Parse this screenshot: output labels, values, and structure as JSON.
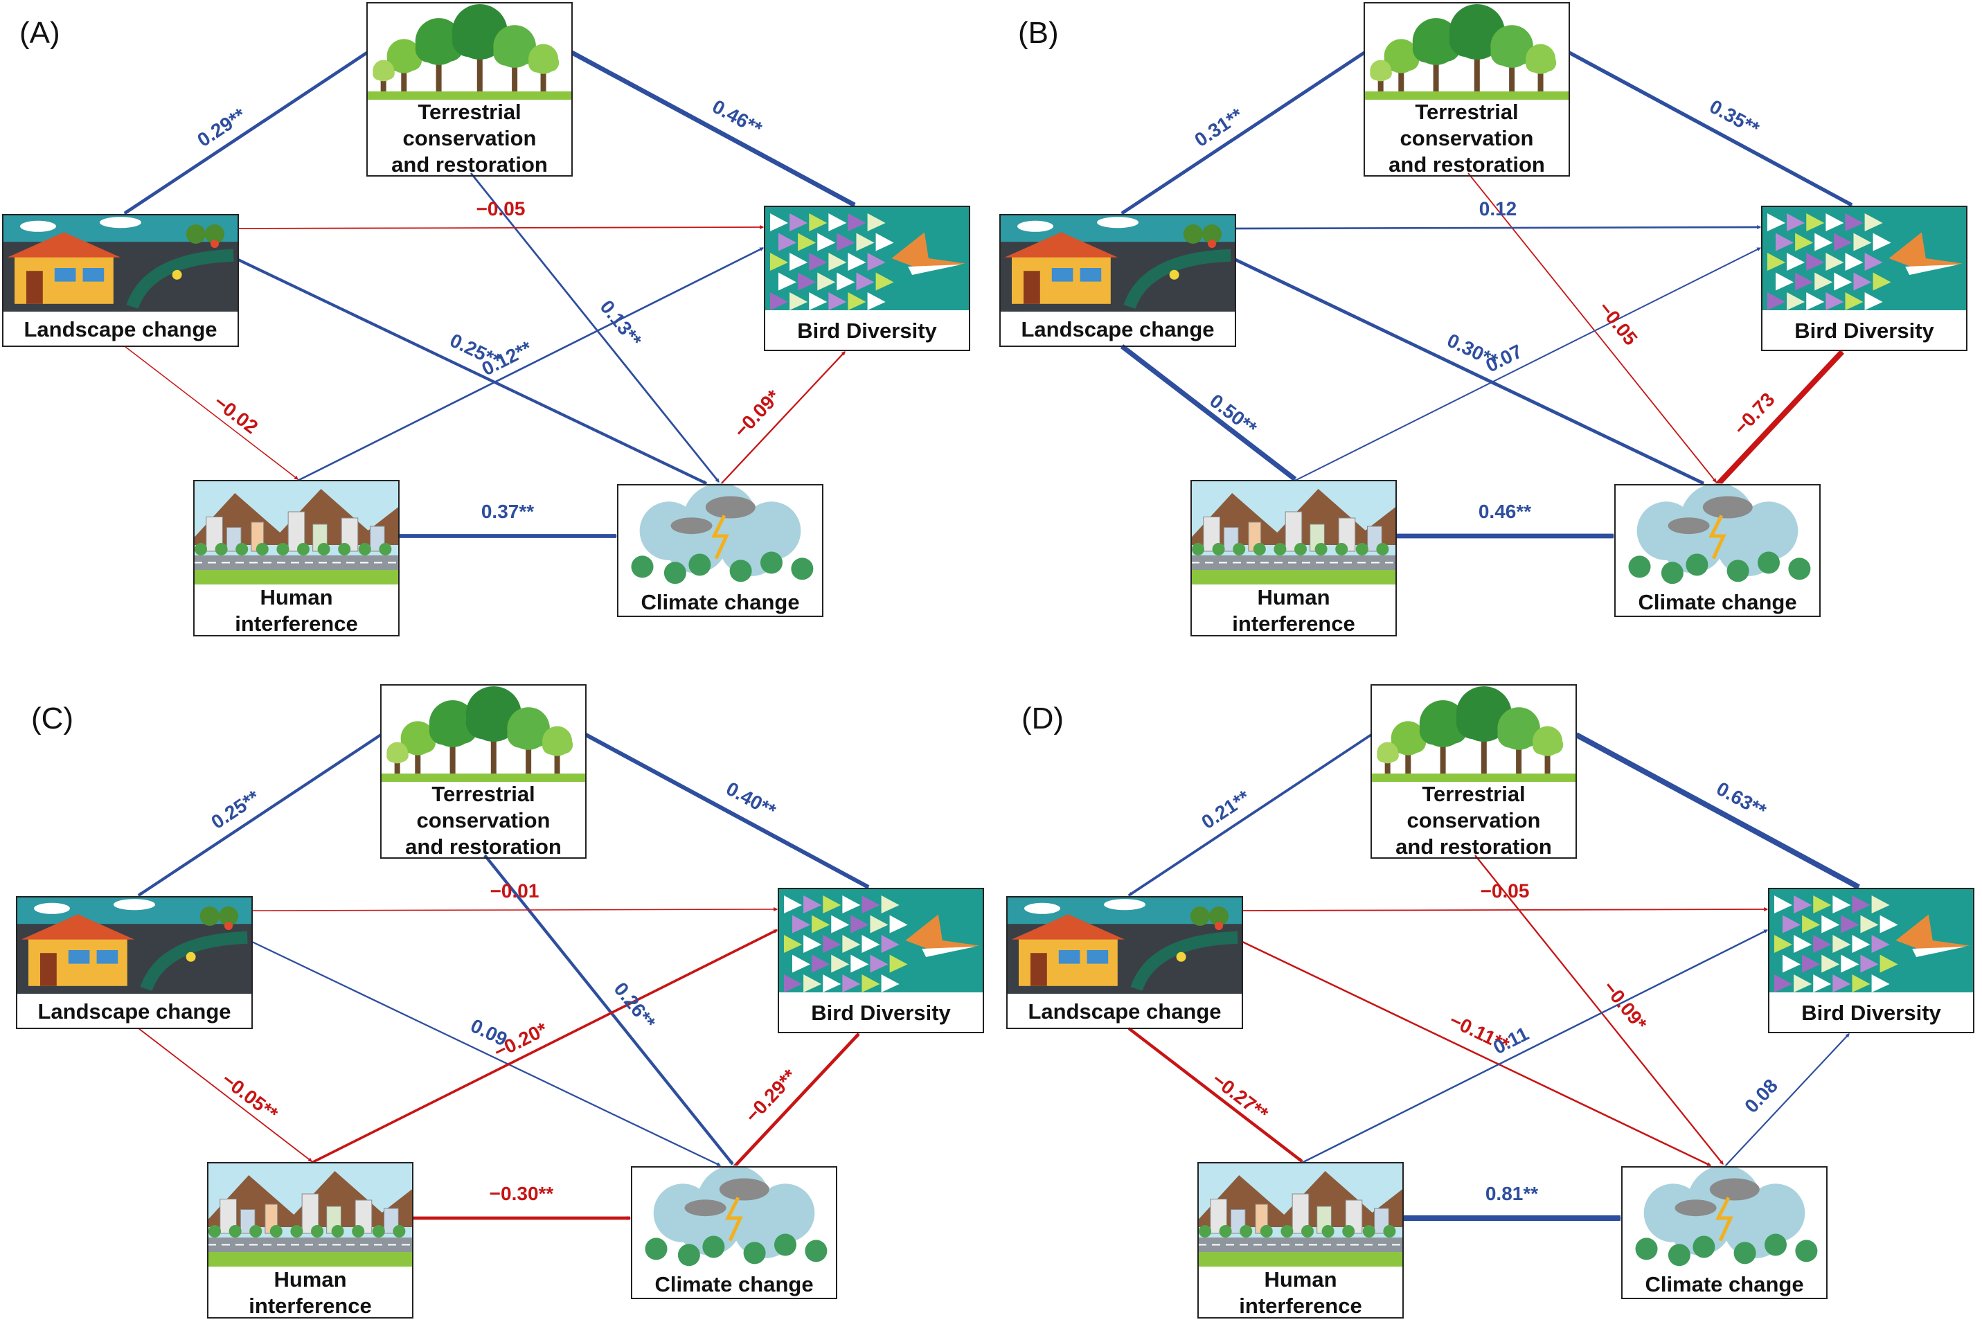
{
  "node_labels": {
    "tcr": [
      "Terrestrial",
      "conservation",
      "and restoration"
    ],
    "lc": [
      "Landscape change"
    ],
    "bd": [
      "Bird Diversity"
    ],
    "hi": [
      "Human",
      "interference"
    ],
    "cc": [
      "Climate change"
    ]
  },
  "colors": {
    "positive": "#2E4E9E",
    "negative": "#C81414",
    "frame": "#222222"
  },
  "icons": {
    "tcr": "forest-icon",
    "lc": "house-garden-icon",
    "bd": "bird-flock-icon",
    "hi": "city-icon",
    "cc": "storm-cloud-icon"
  },
  "panels": [
    {
      "label": "(A)",
      "paths": [
        {
          "from": "tcr",
          "to": "lc",
          "coef": "0.29**",
          "sign": "positive",
          "strength": 0.29
        },
        {
          "from": "tcr",
          "to": "bd",
          "coef": "0.46**",
          "sign": "positive",
          "strength": 0.46
        },
        {
          "from": "tcr",
          "to": "cc",
          "coef": "0.13**",
          "sign": "positive",
          "strength": 0.13
        },
        {
          "from": "lc",
          "to": "bd",
          "coef": "−0.05",
          "sign": "negative",
          "strength": 0.05
        },
        {
          "from": "lc",
          "to": "cc",
          "coef": "0.25**",
          "sign": "positive",
          "strength": 0.25
        },
        {
          "from": "lc",
          "to": "hi",
          "coef": "−0.02",
          "sign": "negative",
          "strength": 0.02
        },
        {
          "from": "hi",
          "to": "bd",
          "coef": "0.12**",
          "sign": "positive",
          "strength": 0.12
        },
        {
          "from": "hi",
          "to": "cc",
          "coef": "0.37**",
          "sign": "positive",
          "strength": 0.37
        },
        {
          "from": "cc",
          "to": "bd",
          "coef": "−0.09*",
          "sign": "negative",
          "strength": 0.09
        }
      ]
    },
    {
      "label": "(B)",
      "paths": [
        {
          "from": "tcr",
          "to": "lc",
          "coef": "0.31**",
          "sign": "positive",
          "strength": 0.31
        },
        {
          "from": "tcr",
          "to": "bd",
          "coef": "0.35**",
          "sign": "positive",
          "strength": 0.35
        },
        {
          "from": "tcr",
          "to": "cc",
          "coef": "−0.05",
          "sign": "negative",
          "strength": 0.05
        },
        {
          "from": "lc",
          "to": "bd",
          "coef": "0.12",
          "sign": "positive",
          "strength": 0.12
        },
        {
          "from": "lc",
          "to": "cc",
          "coef": "0.30**",
          "sign": "positive",
          "strength": 0.3
        },
        {
          "from": "lc",
          "to": "hi",
          "coef": "0.50**",
          "sign": "positive",
          "strength": 0.5
        },
        {
          "from": "hi",
          "to": "bd",
          "coef": "0.07",
          "sign": "positive",
          "strength": 0.07
        },
        {
          "from": "hi",
          "to": "cc",
          "coef": "0.46**",
          "sign": "positive",
          "strength": 0.46
        },
        {
          "from": "cc",
          "to": "bd",
          "coef": "−0.73",
          "sign": "negative",
          "strength": 0.73
        }
      ]
    },
    {
      "label": "(C)",
      "paths": [
        {
          "from": "tcr",
          "to": "lc",
          "coef": "0.25**",
          "sign": "positive",
          "strength": 0.25
        },
        {
          "from": "tcr",
          "to": "bd",
          "coef": "0.40**",
          "sign": "positive",
          "strength": 0.4
        },
        {
          "from": "tcr",
          "to": "cc",
          "coef": "0.26**",
          "sign": "positive",
          "strength": 0.26
        },
        {
          "from": "lc",
          "to": "bd",
          "coef": "−0.01",
          "sign": "negative",
          "strength": 0.01
        },
        {
          "from": "lc",
          "to": "cc",
          "coef": "0.09",
          "sign": "positive",
          "strength": 0.09
        },
        {
          "from": "lc",
          "to": "hi",
          "coef": "−0.05**",
          "sign": "negative",
          "strength": 0.05
        },
        {
          "from": "hi",
          "to": "bd",
          "coef": "−0.20*",
          "sign": "negative",
          "strength": 0.2
        },
        {
          "from": "hi",
          "to": "cc",
          "coef": "−0.30**",
          "sign": "negative",
          "strength": 0.3
        },
        {
          "from": "cc",
          "to": "bd",
          "coef": "−0.29**",
          "sign": "negative",
          "strength": 0.29
        }
      ]
    },
    {
      "label": "(D)",
      "paths": [
        {
          "from": "tcr",
          "to": "lc",
          "coef": "0.21**",
          "sign": "positive",
          "strength": 0.21
        },
        {
          "from": "tcr",
          "to": "bd",
          "coef": "0.63**",
          "sign": "positive",
          "strength": 0.63
        },
        {
          "from": "tcr",
          "to": "cc",
          "coef": "−0.09*",
          "sign": "negative",
          "strength": 0.09
        },
        {
          "from": "lc",
          "to": "bd",
          "coef": "−0.05",
          "sign": "negative",
          "strength": 0.05
        },
        {
          "from": "lc",
          "to": "cc",
          "coef": "−0.11**",
          "sign": "negative",
          "strength": 0.11
        },
        {
          "from": "lc",
          "to": "hi",
          "coef": "−0.27**",
          "sign": "negative",
          "strength": 0.27
        },
        {
          "from": "hi",
          "to": "bd",
          "coef": "0.11",
          "sign": "positive",
          "strength": 0.11
        },
        {
          "from": "hi",
          "to": "cc",
          "coef": "0.81**",
          "sign": "positive",
          "strength": 0.81
        },
        {
          "from": "cc",
          "to": "bd",
          "coef": "0.08",
          "sign": "positive",
          "strength": 0.08
        }
      ]
    }
  ]
}
